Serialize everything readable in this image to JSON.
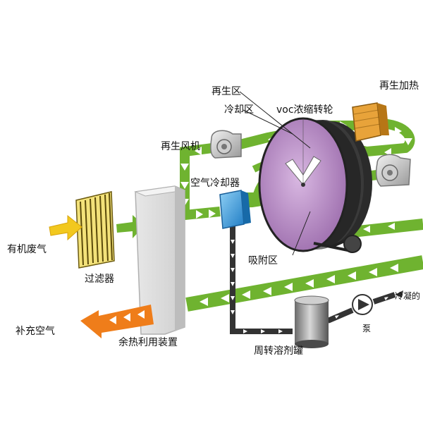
{
  "labels": {
    "organic_waste_gas": "有机废气",
    "filter": "过滤器",
    "make_up_air": "补充空气",
    "heat_recovery": "余热利用装置",
    "regen_fan": "再生风机",
    "air_cooler": "空气冷却器",
    "regen_zone": "再生区",
    "cooling_zone": "冷却区",
    "voc_wheel": "voc浓缩转轮",
    "regen_heater": "再生加热",
    "adsorption_zone": "吸附区",
    "solvent_tank": "周转溶剂罐",
    "pump": "泵",
    "condensate": "冷凝的"
  },
  "icons": [
    "fan-icon",
    "pump-icon",
    "flow-arrow-icon"
  ],
  "colors": {
    "green_duct": "#6fb330",
    "orange_arrow": "#ef7d1a",
    "yellow_arrow": "#f2c81e",
    "wheel": "#b98fc4",
    "heater": "#e8a33a",
    "cooler": "#2a8fd6",
    "dark_line": "#444444"
  }
}
